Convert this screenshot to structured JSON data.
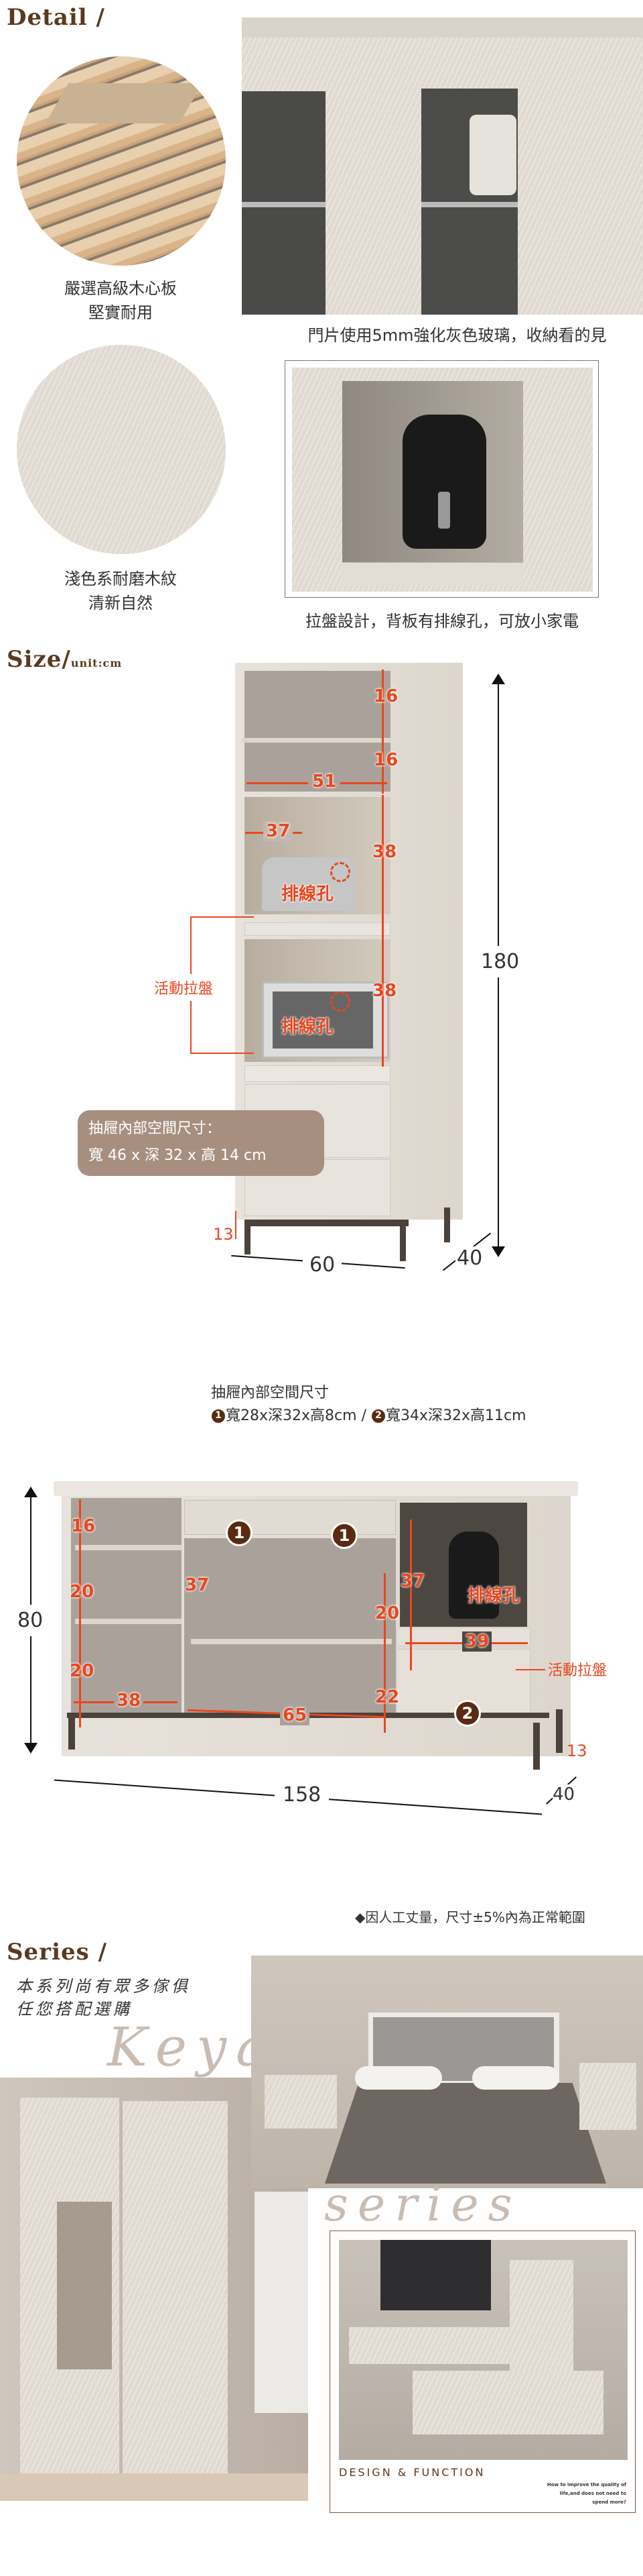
{
  "detail": {
    "title": "Detail /",
    "items": [
      {
        "caption_line1": "嚴選高級木心板",
        "caption_line2": "堅實耐用"
      },
      {
        "caption_line1": "淺色系耐磨木紋",
        "caption_line2": "清新自然"
      }
    ],
    "photo_captions": [
      "門片使用5mm強化灰色玻璃，收納看的見",
      "拉盤設計，背板有排線孔，可放小家電"
    ]
  },
  "size": {
    "title": "Size/",
    "unit": "unit:cm",
    "tall": {
      "height": "180",
      "width": "60",
      "depth": "40",
      "leg": "13",
      "labels": [
        "16",
        "16",
        "51",
        "37",
        "38",
        "38"
      ],
      "cable_hole": "排線孔",
      "pullout": "活動拉盤",
      "drawer_box_line1": "抽屜內部空間尺寸：",
      "drawer_box_line2": "寬 46 x 深 32 x 高 14 cm"
    },
    "sideboard": {
      "drawer_title": "抽屜內部空間尺寸",
      "drawer1_marker": "1",
      "drawer1": "寬28x深32x高8cm",
      "separator": "/",
      "drawer2_marker": "2",
      "drawer2": "寬34x深32x高11cm",
      "height": "80",
      "width": "158",
      "depth": "40",
      "leg": "13",
      "labels": {
        "l16": "16",
        "l20a": "20",
        "l20b": "20",
        "l38": "38",
        "l37a": "37",
        "l65": "65",
        "l20c": "20",
        "l22": "22",
        "l37b": "37",
        "l39": "39"
      },
      "cable_hole": "排線孔",
      "pullout": "活動拉盤"
    },
    "note": "◆因人工丈量，尺寸±5%內為正常範圍"
  },
  "series": {
    "title": "Series /",
    "line1": "本系列尚有眾多傢俱",
    "line2": "任您搭配選購",
    "script1": "Keya",
    "script2": "series",
    "design_title": "DESIGN & FUNCTION",
    "design_sub1": "How to improve the quality of",
    "design_sub2": "life,and does not need to",
    "design_sub3": "spend more?"
  }
}
